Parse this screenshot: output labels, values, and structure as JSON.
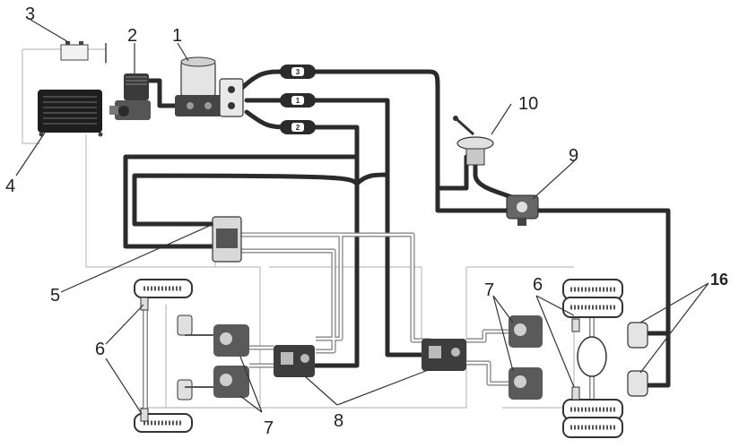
{
  "labels": {
    "l1": "1",
    "l2": "2",
    "l3": "3",
    "l4": "4",
    "l5": "5",
    "l6a": "6",
    "l6b": "6",
    "l7a": "7",
    "l7b": "7",
    "l8": "8",
    "l9": "9",
    "l10": "10",
    "l16": "16"
  },
  "line_tags": {
    "t3": "3",
    "t1": "1",
    "t2": "2"
  },
  "colors": {
    "pipe": "#2b2b2b",
    "wire": "#bfbfbf",
    "tube": "#7a7a7a"
  }
}
